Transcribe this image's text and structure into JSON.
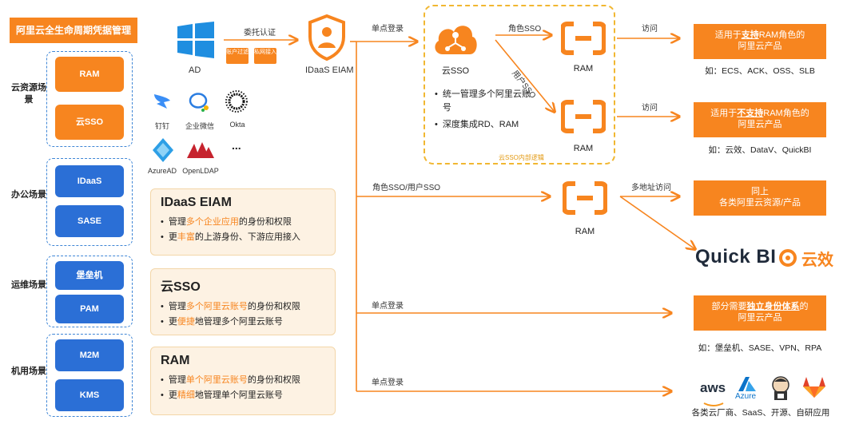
{
  "title": "阿里云全生命周期凭据管理",
  "scenes": [
    {
      "label": "云资源场景",
      "items": [
        "RAM",
        "云SSO"
      ]
    },
    {
      "label": "办公场景",
      "items": [
        "IDaaS",
        "SASE"
      ]
    },
    {
      "label": "运维场景",
      "items": [
        "堡垒机",
        "PAM"
      ]
    },
    {
      "label": "机用场景",
      "items": [
        "M2M",
        "KMS"
      ]
    }
  ],
  "ad": {
    "label": "AD"
  },
  "delegate": {
    "label": "委托认证",
    "badge1": "账户过滤",
    "badge2": "私网接入"
  },
  "idaas": {
    "label": "IDaaS EIAM"
  },
  "apps": [
    {
      "name": "钉钉",
      "icon": "dingtalk-icon"
    },
    {
      "name": "企业微信",
      "icon": "wecom-icon"
    },
    {
      "name": "Okta",
      "icon": "okta-icon"
    },
    {
      "name": "AzureAD",
      "icon": "azure-ad-icon"
    },
    {
      "name": "OpenLDAP",
      "icon": "openldap-icon"
    },
    {
      "name": "...",
      "icon": "more-icon"
    }
  ],
  "cards": [
    {
      "title": "IDaaS EIAM",
      "b1pre": "管理",
      "b1hl": "多个企业应用",
      "b1post": "的身份和权限",
      "b2pre": "更",
      "b2hl": "丰富",
      "b2post": "的上游身份、下游应用接入"
    },
    {
      "title": "云SSO",
      "b1pre": "管理",
      "b1hl": "多个阿里云账号",
      "b1post": "的身份和权限",
      "b2pre": "更",
      "b2hl": "便捷",
      "b2post": "地管理多个阿里云账号"
    },
    {
      "title": "RAM",
      "b1pre": "管理",
      "b1hl": "单个阿里云账号",
      "b1post": "的身份和权限",
      "b2pre": "更",
      "b2hl": "精细",
      "b2post": "地管理单个阿里云账号"
    }
  ],
  "sso_panel": {
    "cloud_sso": "云SSO",
    "bullet1": "统一管理多个阿里云账号",
    "bullet2": "深度集成RD、RAM",
    "footer": "云SSO内部逻辑",
    "role_sso": "角色SSO",
    "user_sso": "用户SSO"
  },
  "flow": {
    "sso1": "单点登录",
    "role_user": "角色SSO/用户SSO",
    "sso2": "单点登录",
    "sso3": "单点登录",
    "visit1": "访问",
    "visit2": "访问",
    "multi": "多地址访问",
    "ram": "RAM"
  },
  "results": [
    {
      "pre": "适用于",
      "hl": "支持",
      "post": "RAM角色的",
      "line2": "阿里云产品",
      "sub": "如：ECS、ACK、OSS、SLB"
    },
    {
      "pre": "适用于",
      "hl": "不支持",
      "post": "RAM角色的",
      "line2": "阿里云产品",
      "sub": "如：云效、DataV、QuickBI"
    },
    {
      "pre": "同上",
      "hl": "",
      "post": "",
      "line2": "各类阿里云资源/产品",
      "sub": ""
    },
    {
      "pre": "部分需要",
      "hl": "独立身份体系",
      "post": "的",
      "line2": "阿里云产品",
      "sub": "如：堡垒机、SASE、VPN、RPA"
    }
  ],
  "brands": {
    "quickbi": "Quick BI",
    "yunxiao": "云效"
  },
  "vendors": {
    "aws": "aws",
    "azure": "Azure",
    "caption": "各类云厂商、SaaS、开源、自研应用"
  },
  "colors": {
    "orange": "#f7851f",
    "blue": "#2b6fd6",
    "card": "#fdf2e3",
    "dash_blue": "#3f86d6",
    "dash_yellow": "#f1b731"
  }
}
